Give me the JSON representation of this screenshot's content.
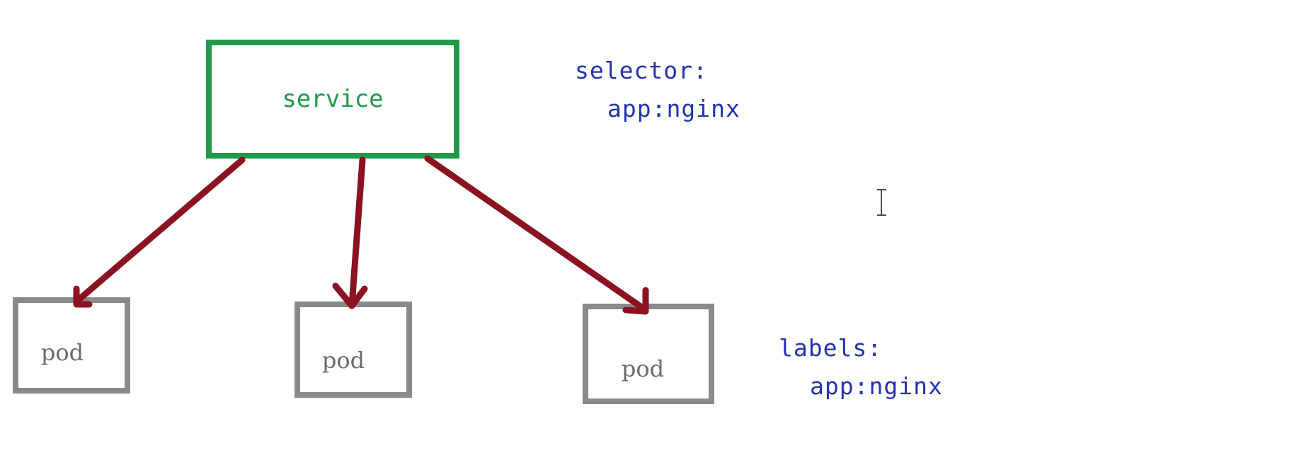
{
  "service": {
    "label": "service",
    "color": "#1f9a4a"
  },
  "pods": [
    {
      "label": "pod"
    },
    {
      "label": "pod"
    },
    {
      "label": "pod"
    }
  ],
  "selector": {
    "key": "selector:",
    "value": "app:nginx"
  },
  "labels": {
    "key": "labels:",
    "value": "app:nginx"
  },
  "colors": {
    "arrow": "#8b1220",
    "pod_border": "#8a8a8a",
    "code_text": "#2433b0"
  }
}
